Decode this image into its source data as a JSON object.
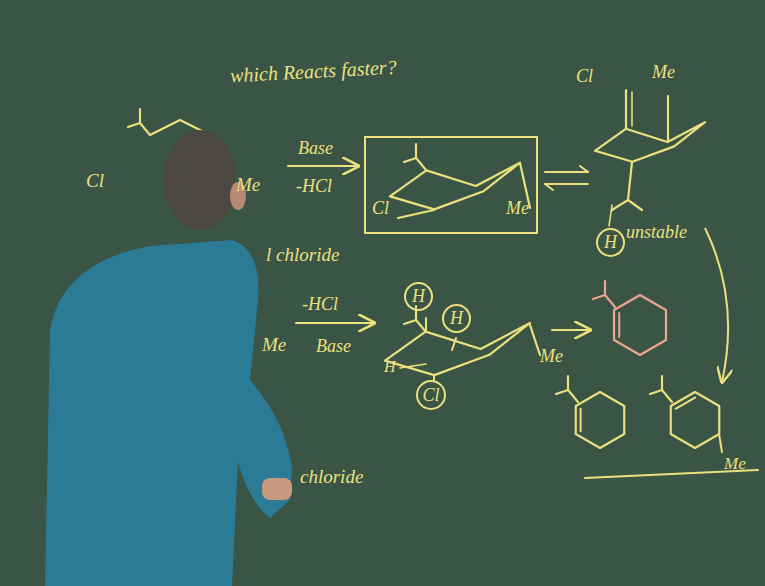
{
  "diagram": {
    "nodes": [
      {
        "text": [
          "Cl",
          "Me"
        ]
      },
      {
        "text": [
          "H"
        ]
      },
      {
        "text": [
          "H"
        ]
      },
      {
        "text": [
          "H"
        ]
      },
      {
        "text": [
          "Cl"
        ]
      }
    ],
    "labels": [
      "which Reacts faster?",
      "Cl",
      "Me",
      "Base",
      "-HCl",
      "Cl",
      "Me",
      "unstable",
      "l chloride",
      "-HCl",
      "Base",
      "H",
      "Me",
      "Me",
      "chloride",
      "Me"
    ]
  }
}
